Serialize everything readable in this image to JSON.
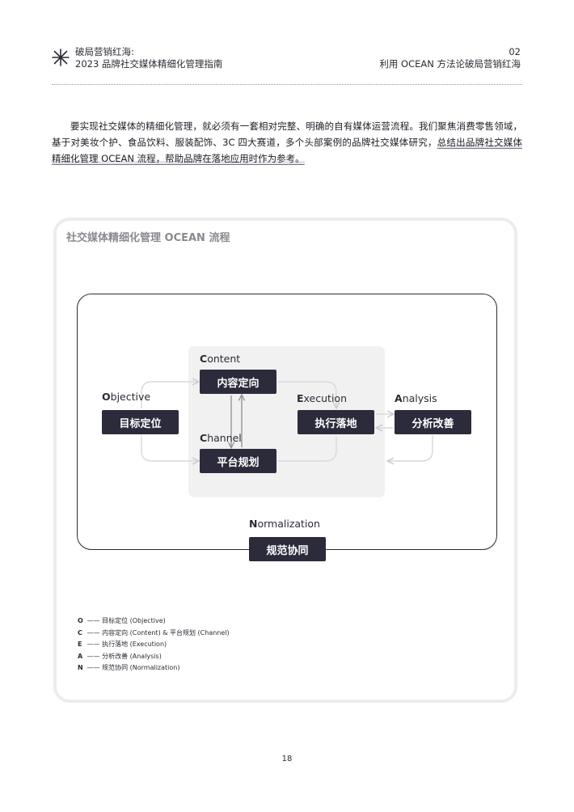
{
  "header": {
    "left_line1": "破局营销红海:",
    "left_line2": "2023 品牌社交媒体精细化管理指南",
    "right_line1": "02",
    "right_line2": "利用 OCEAN 方法论破局营销红海"
  },
  "intro": {
    "text": "要实现社交媒体的精细化管理，就必须有一套相对完整、明确的自有媒体运营流程。我们聚焦消费零售领域，基于对美妆个护、食品饮料、服装配饰、3C 四大赛道，多个头部案例的品牌社交媒体研究，",
    "highlight": "总结出品牌社交媒体精细化管理 OCEAN 流程，帮助品牌在落地应用时作为参考。"
  },
  "diagram": {
    "title": "社交媒体精细化管理 OCEAN 流程",
    "objective": {
      "initial": "O",
      "rest": "bjective",
      "box": "目标定位"
    },
    "content": {
      "initial": "C",
      "rest": "ontent",
      "box": "内容定向"
    },
    "channel": {
      "initial": "C",
      "rest": "hannel",
      "box": "平台规划"
    },
    "execution": {
      "initial": "E",
      "rest": "xecution",
      "box": "执行落地"
    },
    "analysis": {
      "initial": "A",
      "rest": "nalysis",
      "box": "分析改善"
    },
    "normalization": {
      "initial": "N",
      "rest": "ormalization",
      "box": "规范协同"
    }
  },
  "legend": [
    {
      "key": "O",
      "text": "—— 目标定位 (Objective)"
    },
    {
      "key": "C",
      "text": "—— 内容定向 (Content) & 平台规划 (Channel)"
    },
    {
      "key": "E",
      "text": "—— 执行落地 (Execution)"
    },
    {
      "key": "A",
      "text": "—— 分析改善 (Analysis)"
    },
    {
      "key": "N",
      "text": "—— 规范协同 (Normalization)"
    }
  ],
  "page_number": "18",
  "colors": {
    "box": "#2b2b3b",
    "panel": "#f1f1f2",
    "arrow": "#d9d9dc",
    "card_border": "#ececee"
  }
}
